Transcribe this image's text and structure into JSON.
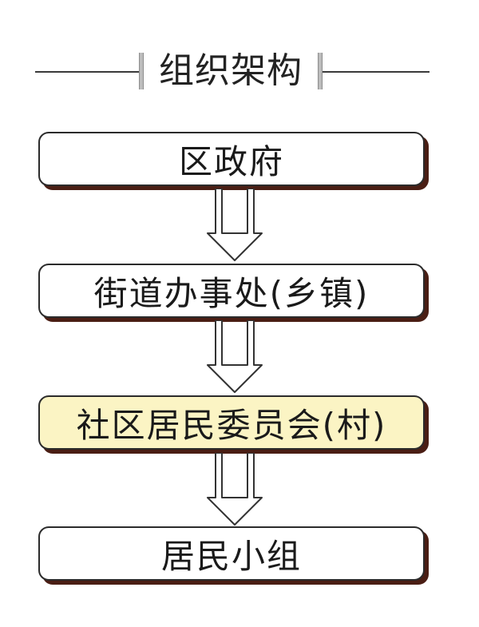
{
  "title": "组织架构",
  "levels": [
    {
      "label": "区政府",
      "highlight": false
    },
    {
      "label": "街道办事处(乡镇)",
      "highlight": false
    },
    {
      "label": "社区居民委员会(村)",
      "highlight": true
    },
    {
      "label": "居民小组",
      "highlight": false
    }
  ],
  "colors": {
    "highlight_fill": "#fbf4c4",
    "box_shadow": "#4a1e14"
  }
}
